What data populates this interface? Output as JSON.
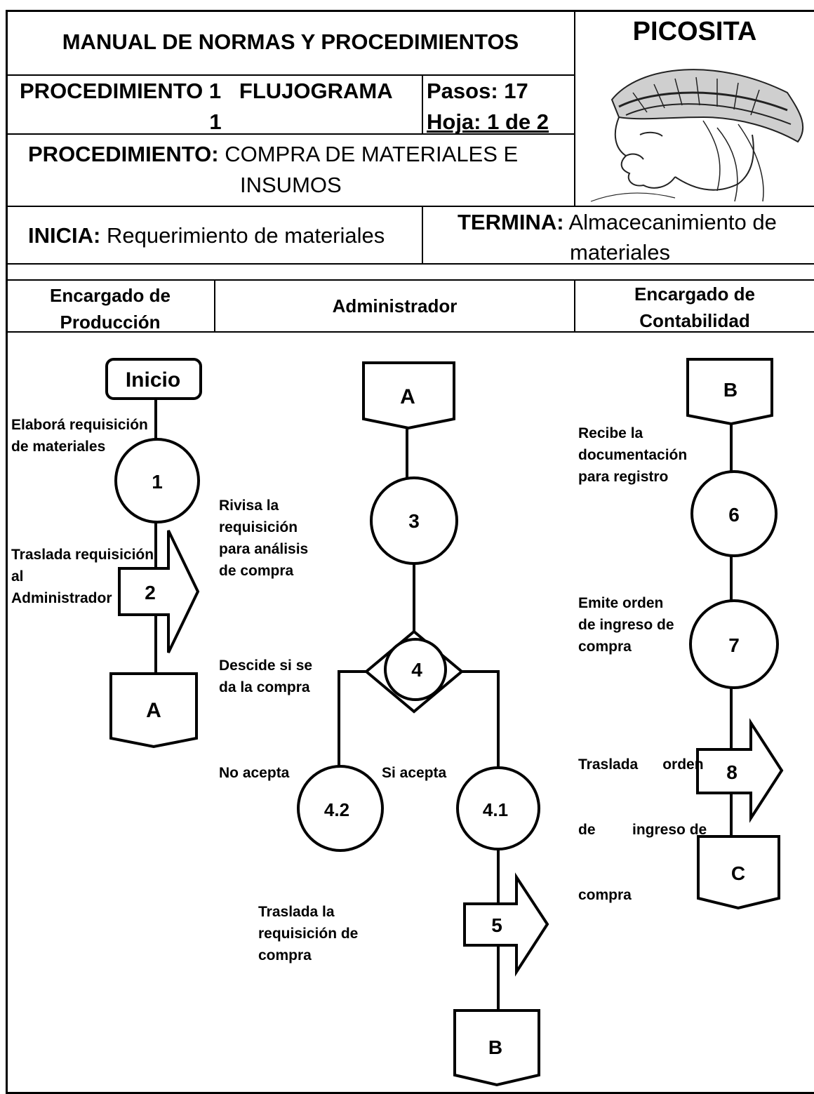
{
  "header": {
    "manual_title": "MANUAL DE NORMAS Y PROCEDIMIENTOS",
    "company": "PICOSITA",
    "procedure_number_line1": "PROCEDIMIENTO 1   FLUJOGRAMA",
    "procedure_number_line2": "1",
    "steps": "Pasos: 17",
    "sheet": "Hoja: 1 de 2",
    "procedure_label": "PROCEDIMIENTO:",
    "procedure_name_line1": "COMPRA DE MATERIALES E",
    "procedure_name_line2": "INSUMOS",
    "starts_label": "INICIA:",
    "starts_value": "Requerimiento de materiales",
    "ends_label": "TERMINA:",
    "ends_value_line1": "Almacecanimiento de",
    "ends_value_line2": "materiales"
  },
  "lanes": [
    {
      "line1": "Encargado de",
      "line2": "Producción"
    },
    {
      "line1": "Administrador",
      "line2": ""
    },
    {
      "line1": "Encargado de",
      "line2": "Contabilidad"
    }
  ],
  "nodes": {
    "inicio": "Inicio",
    "step1": "1",
    "step2": "2",
    "connector_a_out": "A",
    "connector_a_in": "A",
    "step3": "3",
    "step4": "4",
    "step4_2": "4.2",
    "step4_1": "4.1",
    "step5": "5",
    "connector_b_out": "B",
    "connector_b_in": "B",
    "step6": "6",
    "step7": "7",
    "step8": "8",
    "connector_c_out": "C"
  },
  "notes": {
    "n1": [
      "Elaborá requisición",
      "de materiales"
    ],
    "n2": [
      "Traslada requisición",
      "al",
      "Administrador"
    ],
    "n3": [
      "Rivisa la",
      "requisición",
      "para análisis",
      "de compra"
    ],
    "n4": [
      "Descide si se",
      "da la compra"
    ],
    "n4_no": "No acepta",
    "n4_si": "Si acepta",
    "n5": [
      "Traslada la",
      "requisición de",
      "compra"
    ],
    "n6": [
      "Recibe la",
      "documentación",
      "para registro"
    ],
    "n7": [
      "Emite orden",
      "de ingreso de",
      "compra"
    ],
    "n8": [
      "Traslada      orden",
      "de         ingreso de",
      "compra"
    ]
  }
}
